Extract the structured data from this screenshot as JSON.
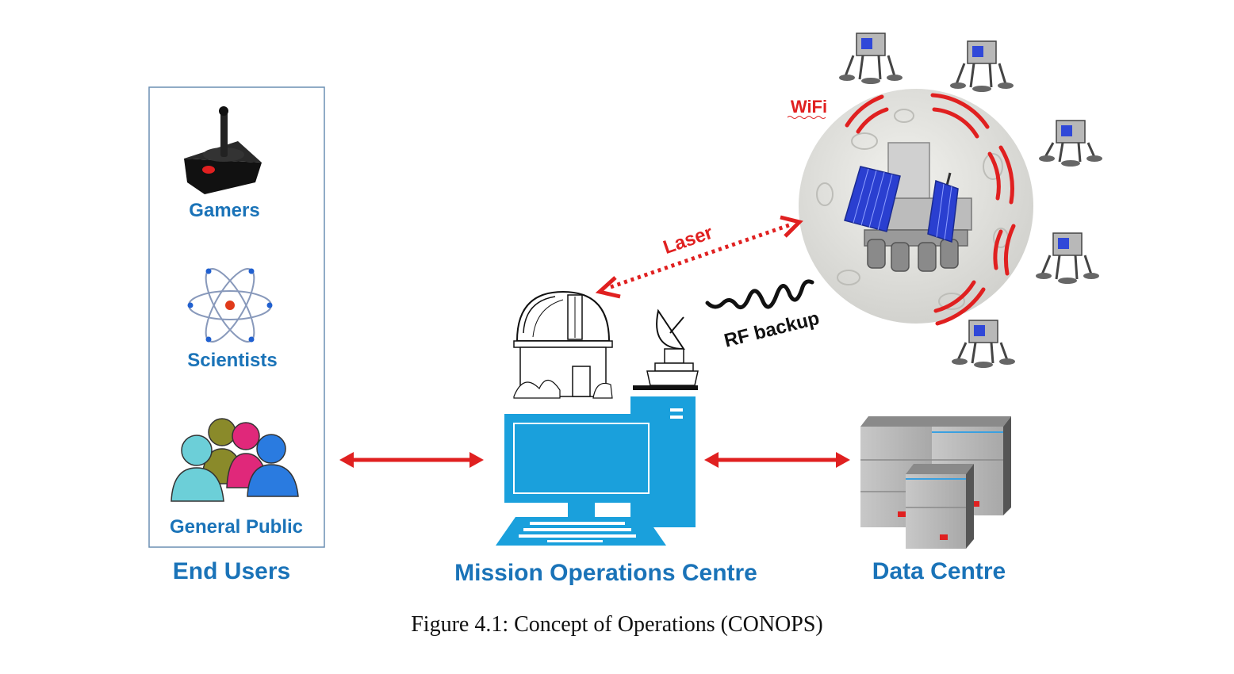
{
  "end_users": {
    "title": "End Users",
    "groups": [
      "Gamers",
      "Scientists",
      "General Public"
    ]
  },
  "mission_ops": {
    "title": "Mission Operations Centre"
  },
  "data_centre": {
    "title": "Data Centre"
  },
  "links": {
    "laser": "Laser",
    "rf": "RF backup",
    "wifi": "WiFi"
  },
  "caption": "Figure 4.1: Concept of Operations (CONOPS)",
  "colors": {
    "label_blue": "#1a73b8",
    "arrow_red": "#e02020",
    "computer_blue": "#1aa0dc",
    "moon": "#dedede"
  }
}
